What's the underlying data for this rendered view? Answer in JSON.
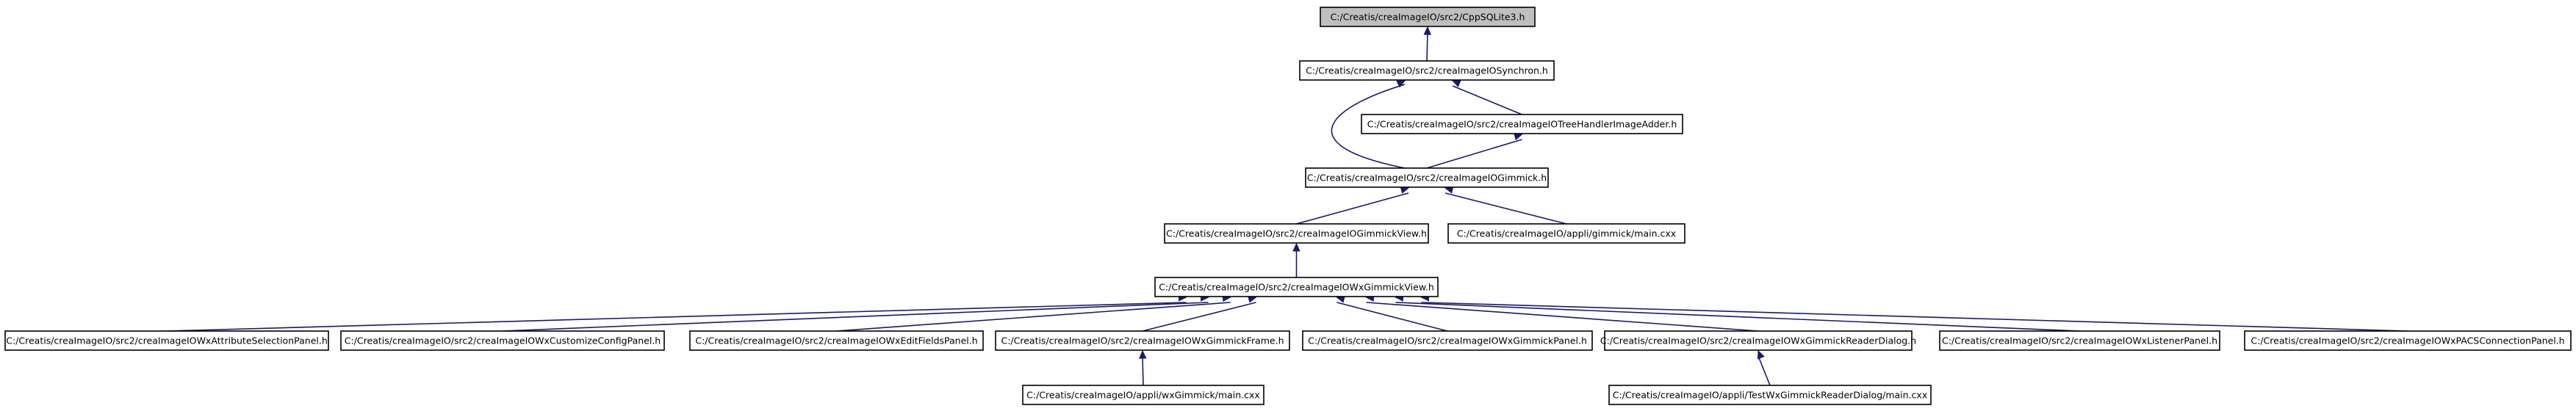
{
  "colors": {
    "edge": "#191970",
    "root_fill": "#bfbfbf",
    "node_fill": "#ffffff",
    "border": "#000000"
  },
  "nodes": [
    {
      "id": "n0",
      "label": "C:/Creatis/creaImageIO/src2/CppSQLite3.h"
    },
    {
      "id": "n1",
      "label": "C:/Creatis/creaImageIO/src2/creaImageIOSynchron.h"
    },
    {
      "id": "n2",
      "label": "C:/Creatis/creaImageIO/src2/creaImageIOTreeHandlerImageAdder.h"
    },
    {
      "id": "n3",
      "label": "C:/Creatis/creaImageIO/src2/creaImageIOGimmick.h"
    },
    {
      "id": "n4",
      "label": "C:/Creatis/creaImageIO/src2/creaImageIOGimmickView.h"
    },
    {
      "id": "n5",
      "label": "C:/Creatis/creaImageIO/appli/gimmick/main.cxx"
    },
    {
      "id": "n6",
      "label": "C:/Creatis/creaImageIO/src2/creaImageIOWxGimmickView.h"
    },
    {
      "id": "n7",
      "label": "C:/Creatis/creaImageIO/src2/creaImageIOWxAttributeSelectionPanel.h"
    },
    {
      "id": "n8",
      "label": "C:/Creatis/creaImageIO/src2/creaImageIOWxCustomizeConfigPanel.h"
    },
    {
      "id": "n9",
      "label": "C:/Creatis/creaImageIO/src2/creaImageIOWxEditFieldsPanel.h"
    },
    {
      "id": "n10",
      "label": "C:/Creatis/creaImageIO/src2/creaImageIOWxGimmickFrame.h"
    },
    {
      "id": "n11",
      "label": "C:/Creatis/creaImageIO/src2/creaImageIOWxGimmickPanel.h"
    },
    {
      "id": "n12",
      "label": "C:/Creatis/creaImageIO/src2/creaImageIOWxGimmickReaderDialog.h"
    },
    {
      "id": "n13",
      "label": "C:/Creatis/creaImageIO/src2/creaImageIOWxListenerPanel.h"
    },
    {
      "id": "n14",
      "label": "C:/Creatis/creaImageIO/src2/creaImageIOWxPACSConnectionPanel.h"
    },
    {
      "id": "n15",
      "label": "C:/Creatis/creaImageIO/appli/wxGimmick/main.cxx"
    },
    {
      "id": "n16",
      "label": "C:/Creatis/creaImageIO/appli/TestWxGimmickReaderDialog/main.cxx"
    }
  ],
  "edges": [
    {
      "from": "n1",
      "to": "n0"
    },
    {
      "from": "n2",
      "to": "n1"
    },
    {
      "from": "n3",
      "to": "n1"
    },
    {
      "from": "n3",
      "to": "n2"
    },
    {
      "from": "n4",
      "to": "n3"
    },
    {
      "from": "n5",
      "to": "n3"
    },
    {
      "from": "n6",
      "to": "n4"
    },
    {
      "from": "n7",
      "to": "n6"
    },
    {
      "from": "n8",
      "to": "n6"
    },
    {
      "from": "n9",
      "to": "n6"
    },
    {
      "from": "n10",
      "to": "n6"
    },
    {
      "from": "n11",
      "to": "n6"
    },
    {
      "from": "n12",
      "to": "n6"
    },
    {
      "from": "n13",
      "to": "n6"
    },
    {
      "from": "n14",
      "to": "n6"
    },
    {
      "from": "n15",
      "to": "n10"
    },
    {
      "from": "n16",
      "to": "n12"
    }
  ]
}
